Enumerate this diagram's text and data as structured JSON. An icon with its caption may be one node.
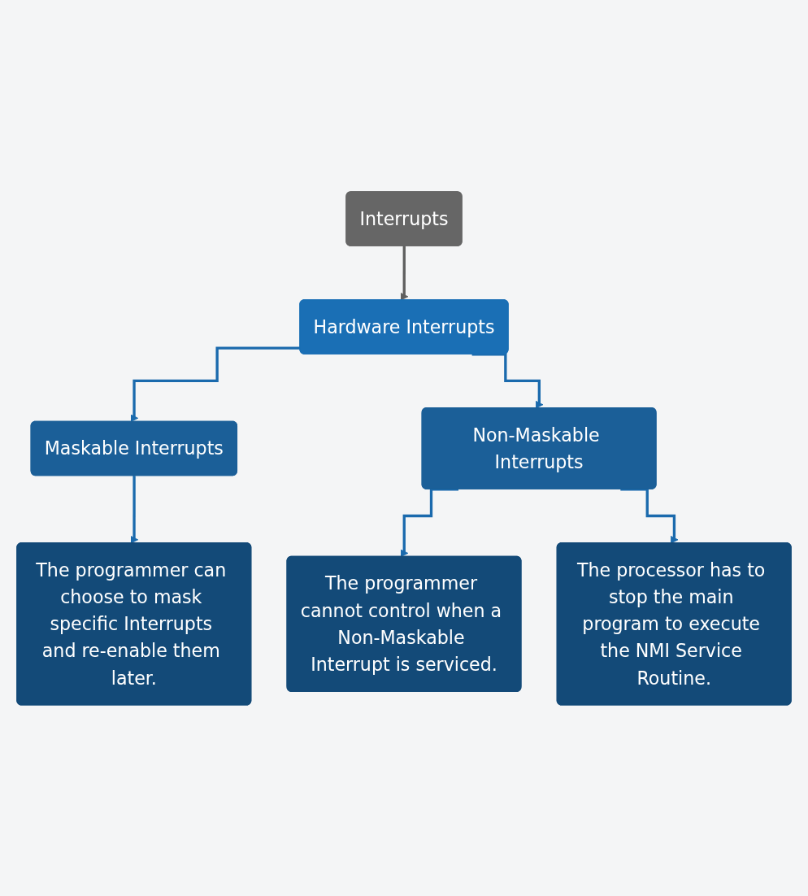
{
  "diagram": {
    "nodes": [
      {
        "text": [
          "Interrupts"
        ]
      },
      {
        "text": [
          "Hardware Interrupts"
        ]
      },
      {
        "text": [
          "Maskable Interrupts"
        ]
      },
      {
        "text": [
          "Non-Maskable Interrupts"
        ]
      },
      {
        "text": [
          "The programmer can choose to mask specific Interrupts and re-enable them later."
        ]
      },
      {
        "text": [
          "The programmer cannot control when a Non-Maskable Interrupt is serviced."
        ]
      },
      {
        "text": [
          "The processor has to stop the main program to execute the NMI Service Routine."
        ]
      }
    ],
    "edges": [
      {
        "from": 0,
        "to": 1,
        "arrow": "to",
        "color": "#5f5f5f"
      },
      {
        "from": 1,
        "to": 2,
        "arrow": "to"
      },
      {
        "from": 1,
        "to": 3,
        "arrow": "to"
      },
      {
        "from": 2,
        "to": 4,
        "arrow": "to"
      },
      {
        "from": 3,
        "to": 5,
        "arrow": "to"
      },
      {
        "from": 3,
        "to": 6,
        "arrow": "to"
      }
    ]
  }
}
